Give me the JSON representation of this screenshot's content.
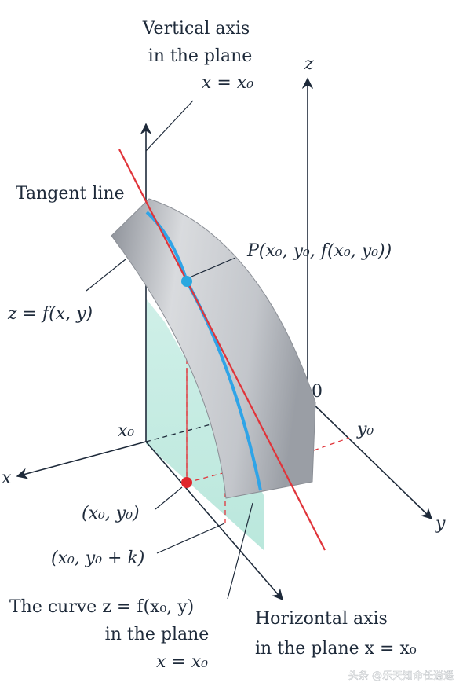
{
  "labels": {
    "vertical_axis": [
      "Vertical axis",
      "in the plane",
      "x = x₀"
    ],
    "z_axis": "z",
    "tangent_line": "Tangent line",
    "point_p": "P(x₀, y₀, f(x₀, y₀))",
    "surface": "z = f(x, y)",
    "origin": "0",
    "x0": "x₀",
    "y0": "y₀",
    "x_axis": "x",
    "y_axis": "y",
    "point_base": "(x₀, y₀)",
    "point_base_k": "(x₀, y₀ + k)",
    "curve": [
      "The curve z = f(x₀, y)",
      "in the plane",
      "x = x₀"
    ],
    "horizontal_axis": [
      "Horizontal axis",
      "in the plane x = x₀"
    ]
  },
  "watermark": "头条 @乐天知命任逍遥",
  "colors": {
    "tangent_line": "#e0343a",
    "curve": "#2fa4e7",
    "point_p": "#29a8e0",
    "point_base": "#e0252b",
    "plane": "#bfe8df",
    "surface": "#c9ccd1",
    "axes": "#1e2a3a"
  }
}
